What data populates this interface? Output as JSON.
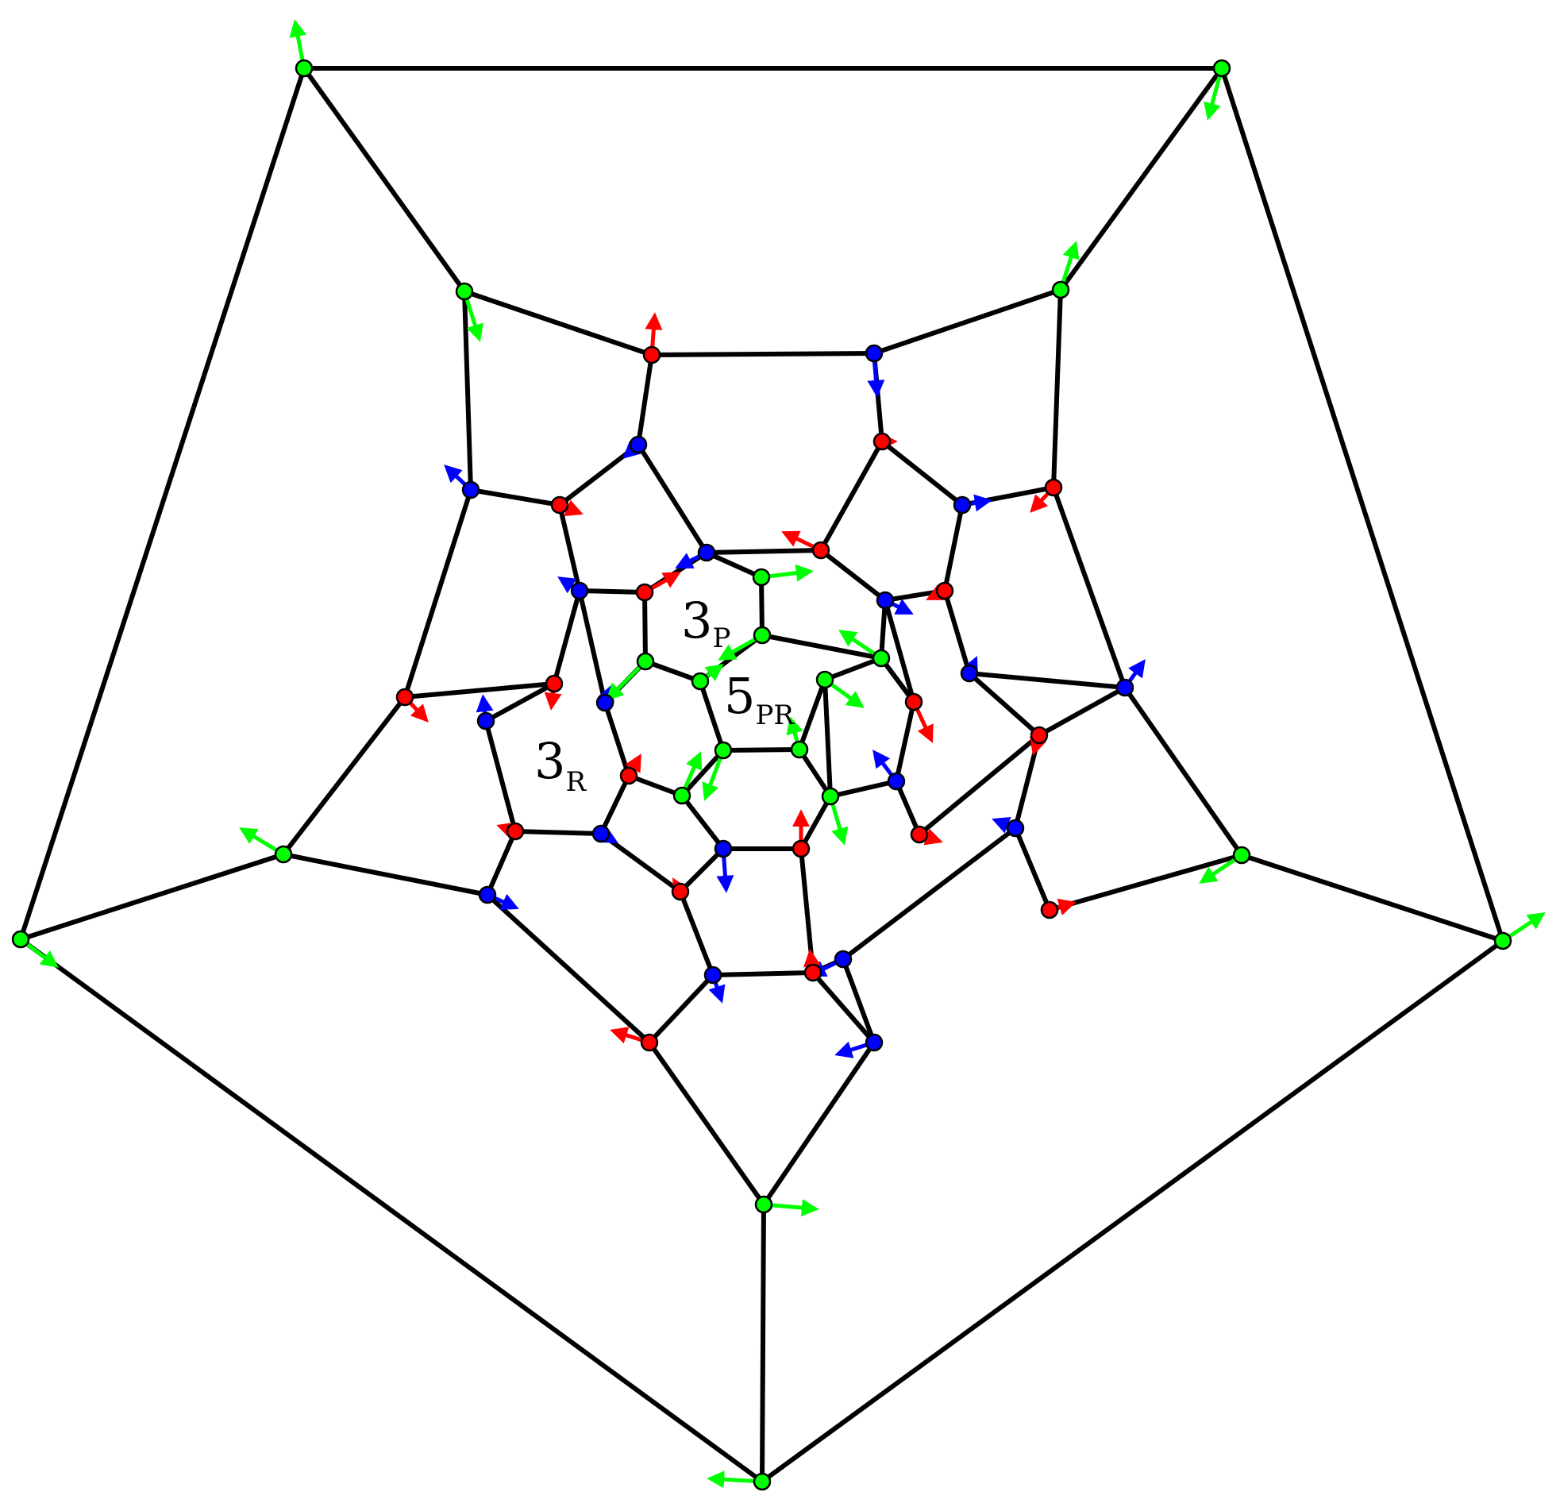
{
  "colors": {
    "red": "#ff0000",
    "green": "#00ff00",
    "blue": "#0000ff",
    "edge": "#000000"
  },
  "face_labels": [
    {
      "main": "3",
      "sub": "P"
    },
    {
      "main": "5",
      "sub": "PR"
    },
    {
      "main": "3",
      "sub": "R"
    }
  ]
}
